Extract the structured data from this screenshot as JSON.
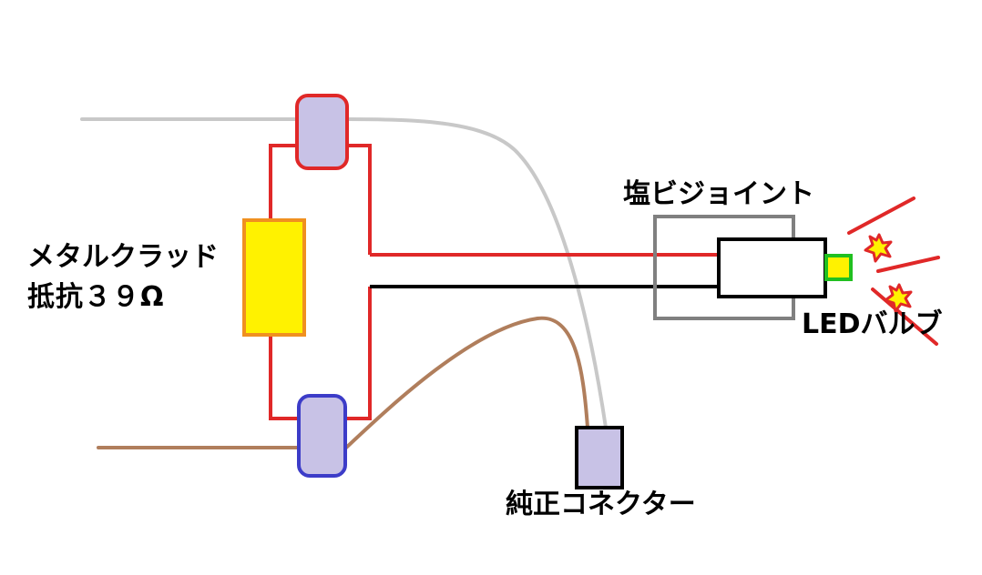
{
  "colors": {
    "gray_wire": "#c8c8c8",
    "red_wire": "#e02828",
    "black_wire": "#000000",
    "brown_wire": "#b07e5c",
    "connector_fill": "#c8c2e6",
    "connector_red_border": "#e02828",
    "connector_blue_border": "#3c3cc8",
    "connector_black_border": "#000000",
    "resistor_fill": "#fff200",
    "resistor_border": "#f09020",
    "joint_border": "#808080",
    "bulb_border": "#000000",
    "bulb_tip_fill": "#fff200",
    "bulb_tip_border": "#20c020",
    "spark_fill": "#fff200",
    "spark_border": "#e02828"
  },
  "labels": {
    "resistor_line1": "メタルクラッド",
    "resistor_line2": "抵抗３９Ω",
    "joint": "塩ビジョイント",
    "led": "LEDバルブ",
    "connector": "純正コネクター"
  }
}
